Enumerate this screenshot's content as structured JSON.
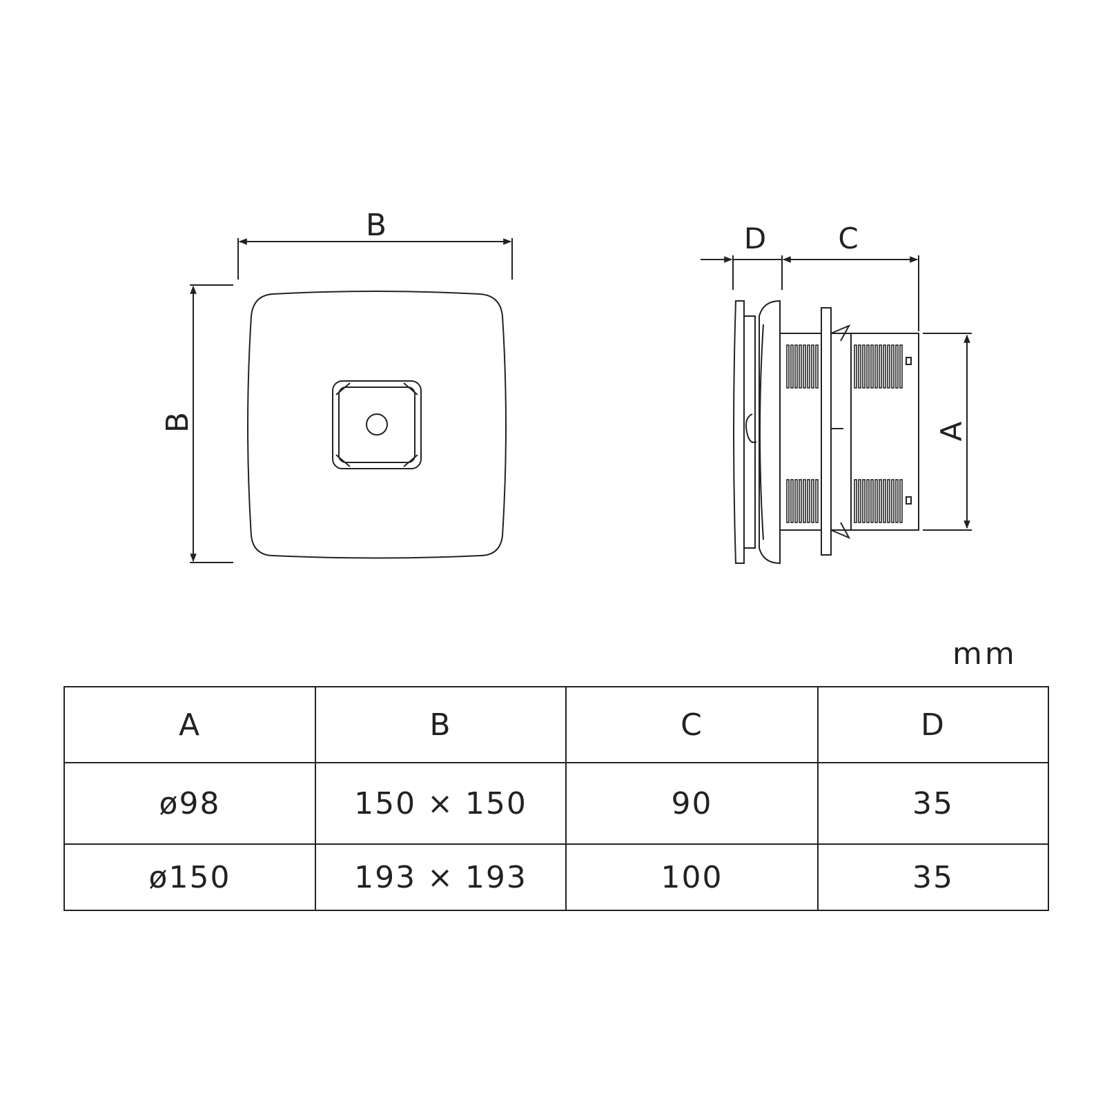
{
  "front_view": {
    "width_label": "B",
    "height_label": "B"
  },
  "side_view": {
    "depth_label_d": "D",
    "depth_label_c": "C",
    "diameter_label": "A"
  },
  "unit": "mm",
  "table": {
    "headers": [
      "A",
      "B",
      "C",
      "D"
    ],
    "rows": [
      [
        "ø98",
        "150 × 150",
        "90",
        "35"
      ],
      [
        "ø150",
        "193 × 193",
        "100",
        "35"
      ]
    ]
  },
  "colors": {
    "line": "#222222",
    "background": "#ffffff"
  }
}
